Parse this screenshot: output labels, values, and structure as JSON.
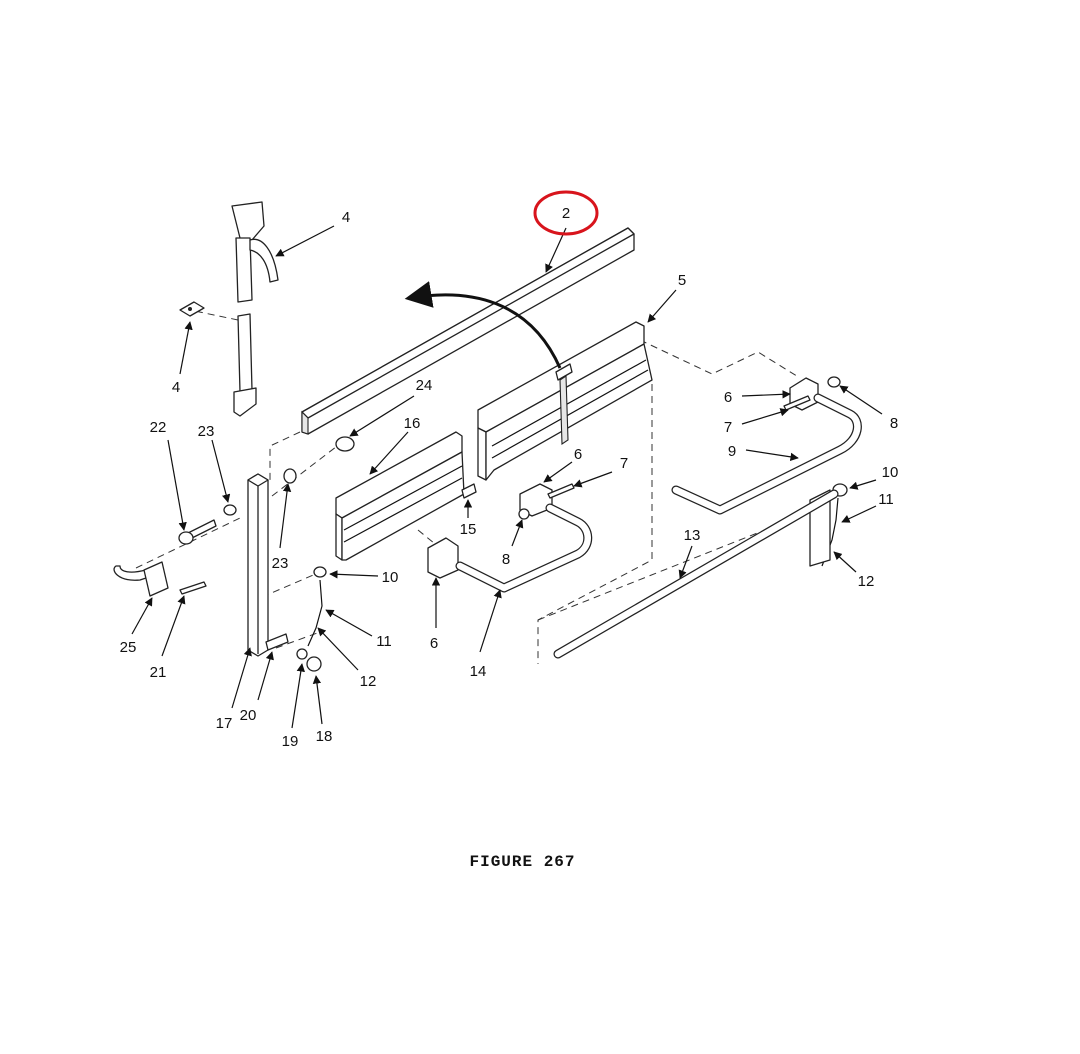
{
  "figure": {
    "caption": "FIGURE 267",
    "highlight_color": "#d8141c",
    "highlighted_callout": "2",
    "callouts": [
      "2",
      "4",
      "4",
      "5",
      "6",
      "6",
      "6",
      "7",
      "7",
      "8",
      "8",
      "9",
      "10",
      "10",
      "11",
      "11",
      "12",
      "12",
      "13",
      "14",
      "15",
      "16",
      "17",
      "18",
      "19",
      "20",
      "21",
      "22",
      "23",
      "23",
      "24",
      "25"
    ]
  }
}
